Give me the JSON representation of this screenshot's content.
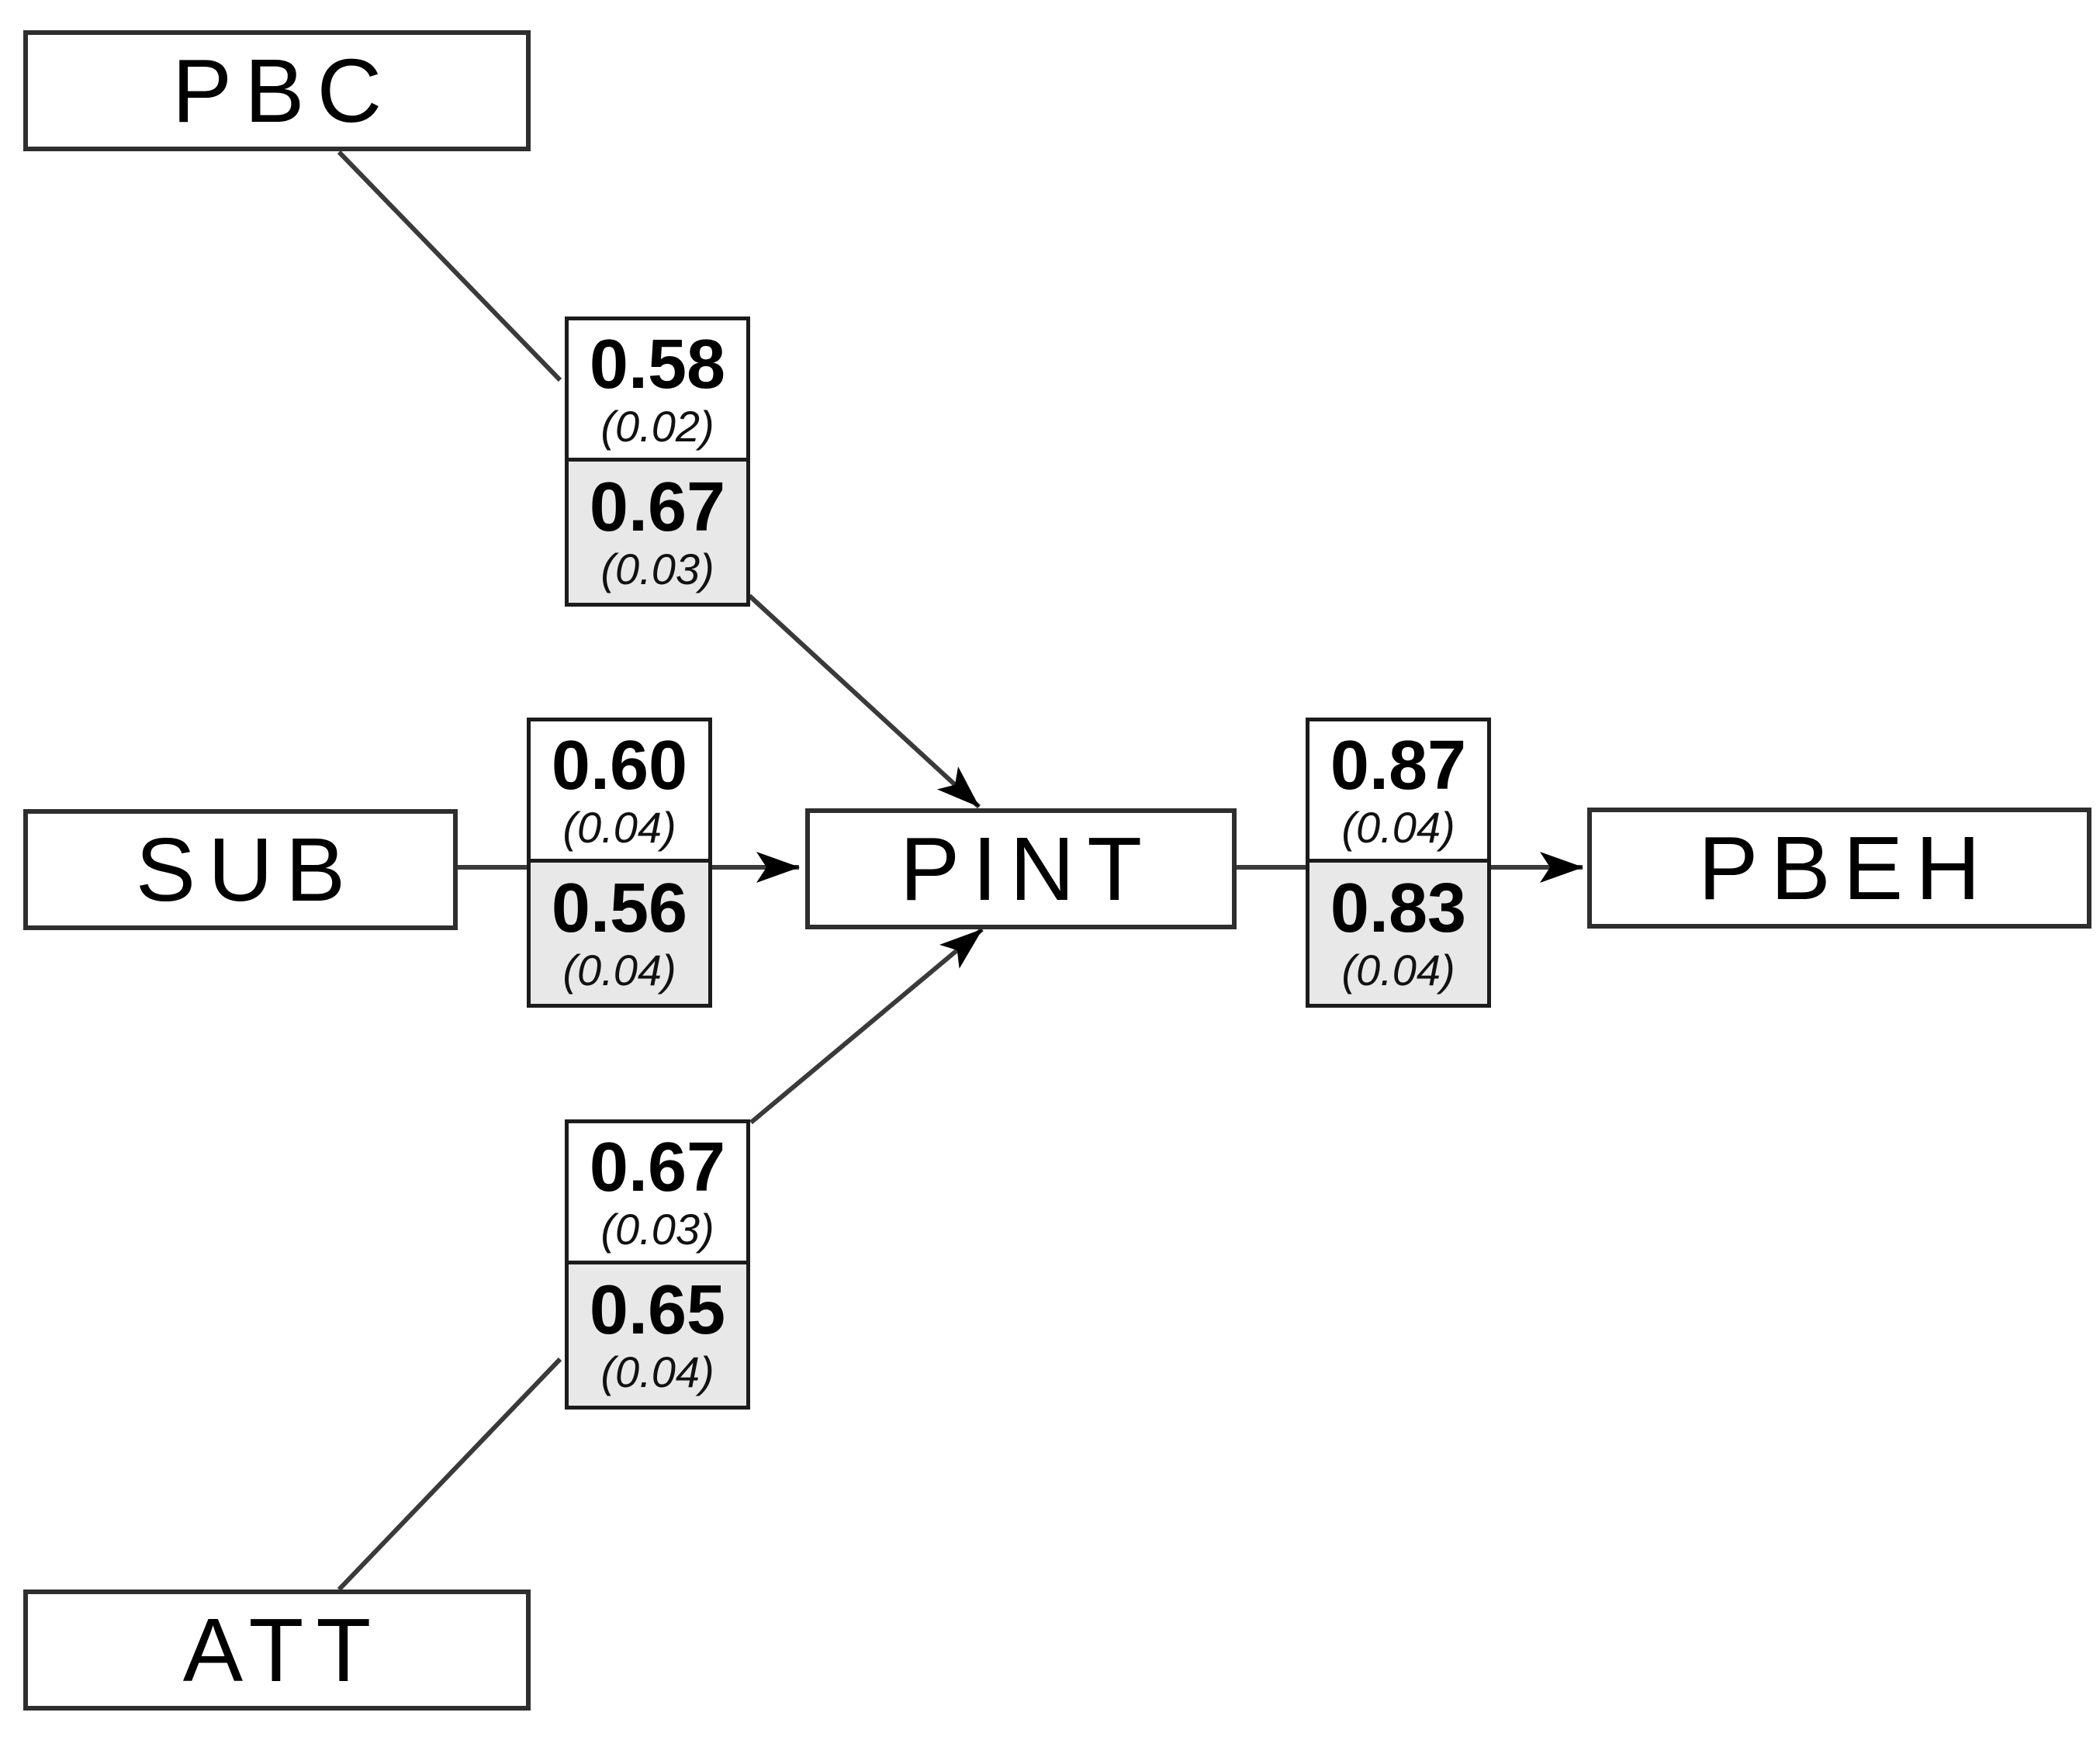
{
  "figure": {
    "type": "structural-equation-path-diagram",
    "background": "#ffffff",
    "colors": {
      "node_border": "#2e2e2e",
      "label_border": "#1b1b1b",
      "connector_line": "#3a3a3a",
      "arrowhead": "#000000",
      "shaded_cell_fill": "#e8e8e8",
      "unshaded_cell_fill": "#ffffff",
      "text": "#000000"
    }
  },
  "nodes": [
    {
      "id": "PBC",
      "label": "PBC"
    },
    {
      "id": "SUB",
      "label": "SUB"
    },
    {
      "id": "ATT",
      "label": "ATT"
    },
    {
      "id": "PINT",
      "label": "PINT"
    },
    {
      "id": "PBEH",
      "label": "PBEH"
    }
  ],
  "paths": [
    {
      "from": "PBC",
      "to": "PINT",
      "rows": [
        {
          "estimate": "0.58",
          "se": "(0.02)",
          "shaded": false
        },
        {
          "estimate": "0.67",
          "se": "(0.03)",
          "shaded": true
        }
      ]
    },
    {
      "from": "SUB",
      "to": "PINT",
      "rows": [
        {
          "estimate": "0.60",
          "se": "(0.04)",
          "shaded": false
        },
        {
          "estimate": "0.56",
          "se": "(0.04)",
          "shaded": true
        }
      ]
    },
    {
      "from": "PINT",
      "to": "PBEH",
      "rows": [
        {
          "estimate": "0.87",
          "se": "(0.04)",
          "shaded": false
        },
        {
          "estimate": "0.83",
          "se": "(0.04)",
          "shaded": true
        }
      ]
    },
    {
      "from": "ATT",
      "to": "PINT",
      "rows": [
        {
          "estimate": "0.67",
          "se": "(0.03)",
          "shaded": false
        },
        {
          "estimate": "0.65",
          "se": "(0.04)",
          "shaded": true
        }
      ]
    }
  ]
}
